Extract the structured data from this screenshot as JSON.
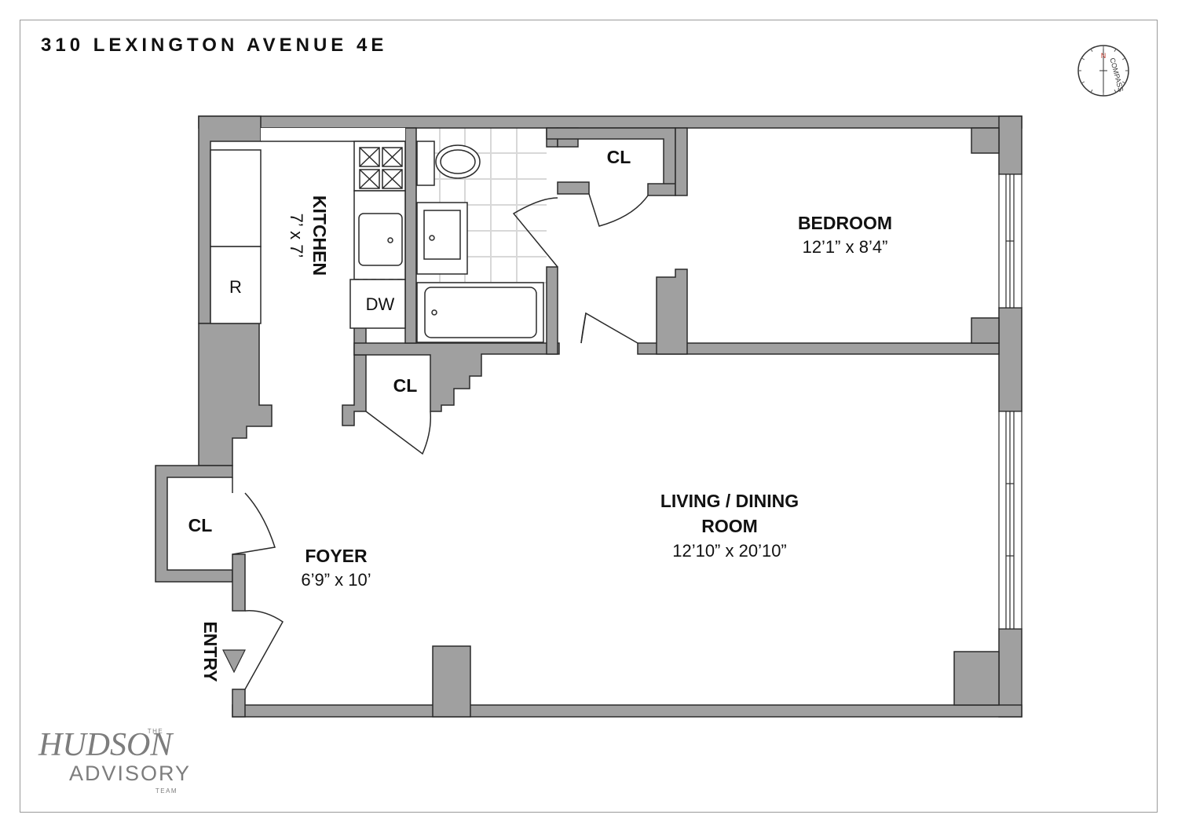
{
  "title": "310 LEXINGTON AVENUE 4E",
  "rooms": {
    "kitchen": {
      "name": "KITCHEN",
      "dims": "7’ x 7’"
    },
    "bedroom": {
      "name": "BEDROOM",
      "dims": "12’1” x 8’4”"
    },
    "living": {
      "name_line1": "LIVING / DINING",
      "name_line2": "ROOM",
      "dims": "12’10” x 20’10”"
    },
    "foyer": {
      "name": "FOYER",
      "dims": "6’9” x 10’"
    },
    "closets": [
      "CL",
      "CL",
      "CL"
    ],
    "entry": "ENTRY"
  },
  "fixtures": {
    "refrigerator": "R",
    "dishwasher": "DW"
  },
  "compass": {
    "north": "N",
    "word": "COMPASS"
  },
  "logo": {
    "the": "THE",
    "hudson": "HUDSON",
    "advisory": "ADVISORY",
    "team": "TEAM"
  },
  "colors": {
    "wall": "#a0a0a0",
    "wall_edge": "#2a2a2a",
    "tile": "#d8d8d8",
    "logo": "#7d7d7d"
  }
}
